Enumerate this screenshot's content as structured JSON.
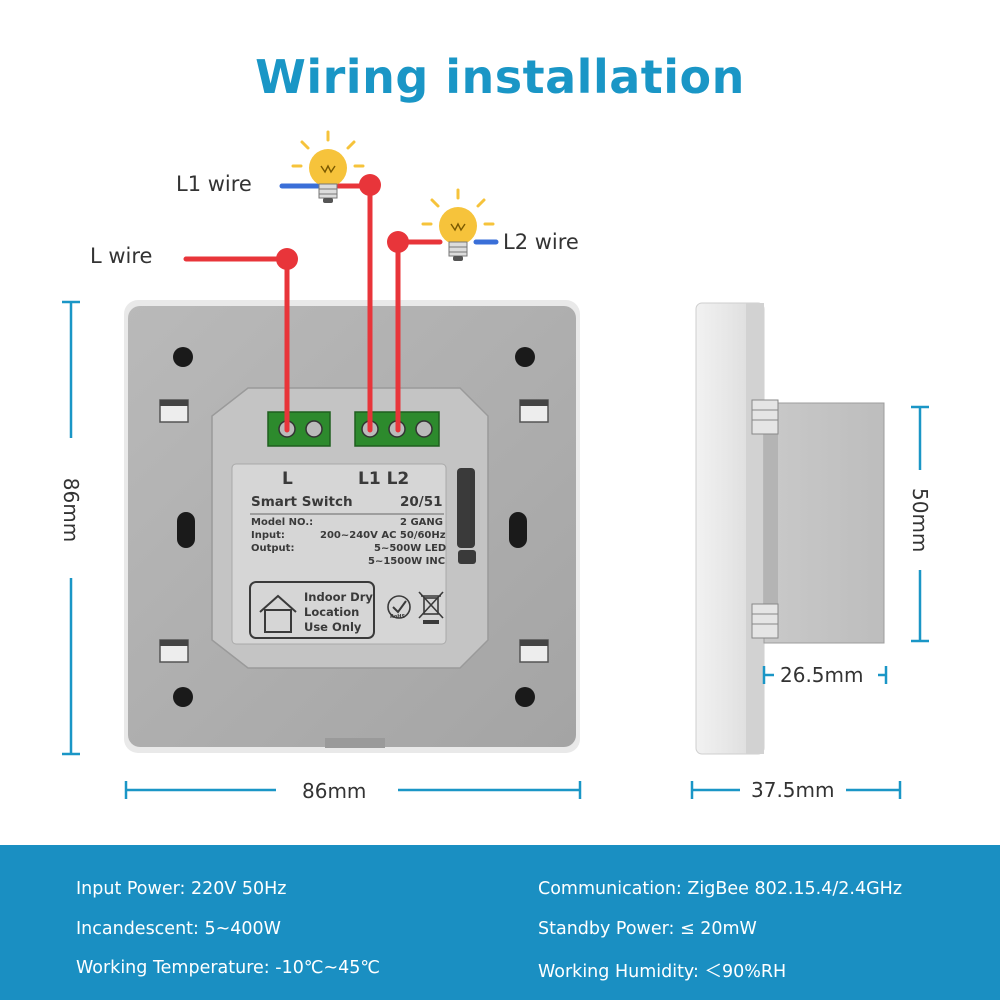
{
  "title": "Wiring installation",
  "wires": {
    "l1": "L1 wire",
    "l2": "L2 wire",
    "l": "L wire"
  },
  "terminals": {
    "l": "L",
    "l1l2": "L1 L2"
  },
  "plate": {
    "name": "Smart Switch",
    "code": "20/51",
    "model_label": "Model NO.:",
    "model_value": "2 GANG",
    "input_label": "Input:",
    "input_value": "200~240V AC 50/60Hz",
    "output_label": "Output:",
    "output_led": "5~500W LED",
    "output_inc": "5~1500W INC",
    "indoor_1": "Indoor Dry",
    "indoor_2": "Location",
    "indoor_3": "Use Only",
    "rohs": "RoHS"
  },
  "dimensions": {
    "height": "86mm",
    "width": "86mm",
    "module_height": "50mm",
    "module_depth": "26.5mm",
    "total_depth": "37.5mm"
  },
  "specs": {
    "input_power": "Input Power: 220V 50Hz",
    "incandescent": "Incandescent: 5~400W",
    "working_temp": "Working Temperature: -10℃~45℃",
    "communication": "Communication: ZigBee 802.15.4/2.4GHz",
    "standby": "Standby Power: ≤ 20mW",
    "humidity": "Working Humidity: ＜90%RH"
  },
  "colors": {
    "accent": "#1a96c6",
    "band": "#1a8fc2",
    "live_wire": "#e8353a",
    "neutral_wire": "#3a6fd8",
    "bulb": "#f6c33b"
  }
}
